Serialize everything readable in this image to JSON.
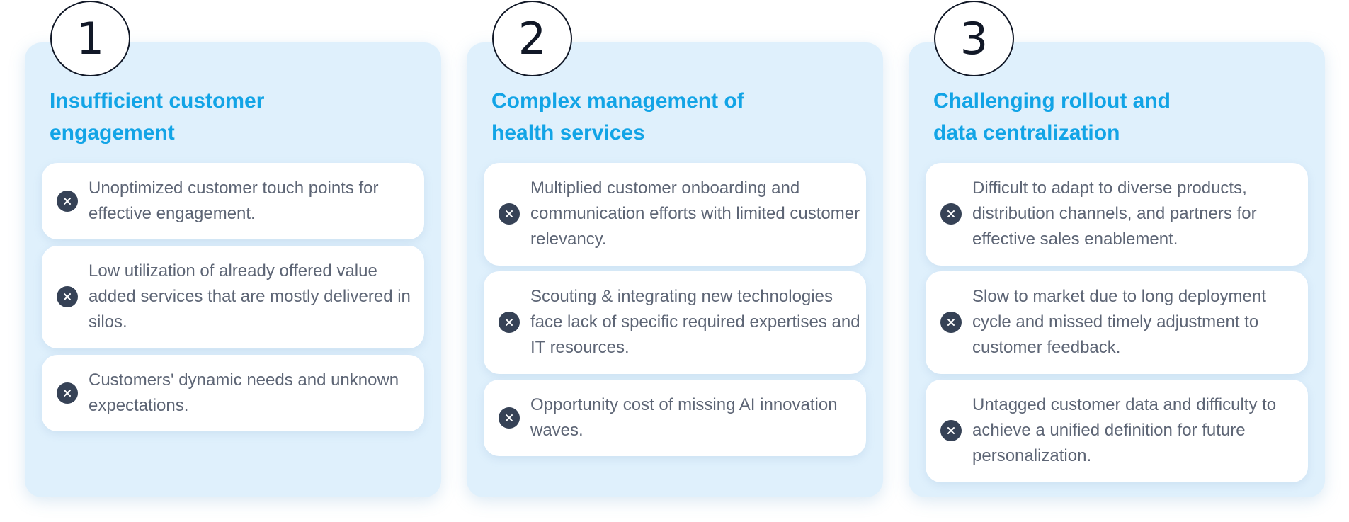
{
  "columns": [
    {
      "number": "1",
      "title_lines": [
        "Insufficient customer",
        "engagement"
      ],
      "items": [
        {
          "icon": "close-icon",
          "text": "Unoptimized customer touch points for effective engagement."
        },
        {
          "icon": "close-icon",
          "text": "Low utilization of already offered value added services that are mostly delivered in silos."
        },
        {
          "icon": "close-icon",
          "text": "Customers' dynamic needs and unknown expectations."
        }
      ]
    },
    {
      "number": "2",
      "title_lines": [
        "Complex management of",
        "health services"
      ],
      "items": [
        {
          "icon": "close-icon",
          "text": "Multiplied customer onboarding and communication efforts with limited customer relevancy."
        },
        {
          "icon": "close-icon",
          "text": "Scouting & integrating new technologies face lack of specific required expertises and IT resources."
        },
        {
          "icon": "close-icon",
          "text": "Opportunity cost of missing AI innovation waves."
        }
      ]
    },
    {
      "number": "3",
      "title_lines": [
        "Challenging rollout and",
        "data centralization"
      ],
      "items": [
        {
          "icon": "close-icon",
          "text": "Difficult to adapt to diverse products, distribution channels, and partners for effective sales enablement."
        },
        {
          "icon": "close-icon",
          "text": "Slow to market due to long deployment cycle and missed timely adjustment to customer feedback."
        },
        {
          "icon": "close-icon",
          "text": "Untagged customer data and difficulty to achieve a unified definition for future personalization."
        }
      ]
    }
  ],
  "colors": {
    "panel_background": "#dff0fc",
    "title": "#12a4e6",
    "icon_background": "#364256",
    "body_text": "#5d6575"
  }
}
